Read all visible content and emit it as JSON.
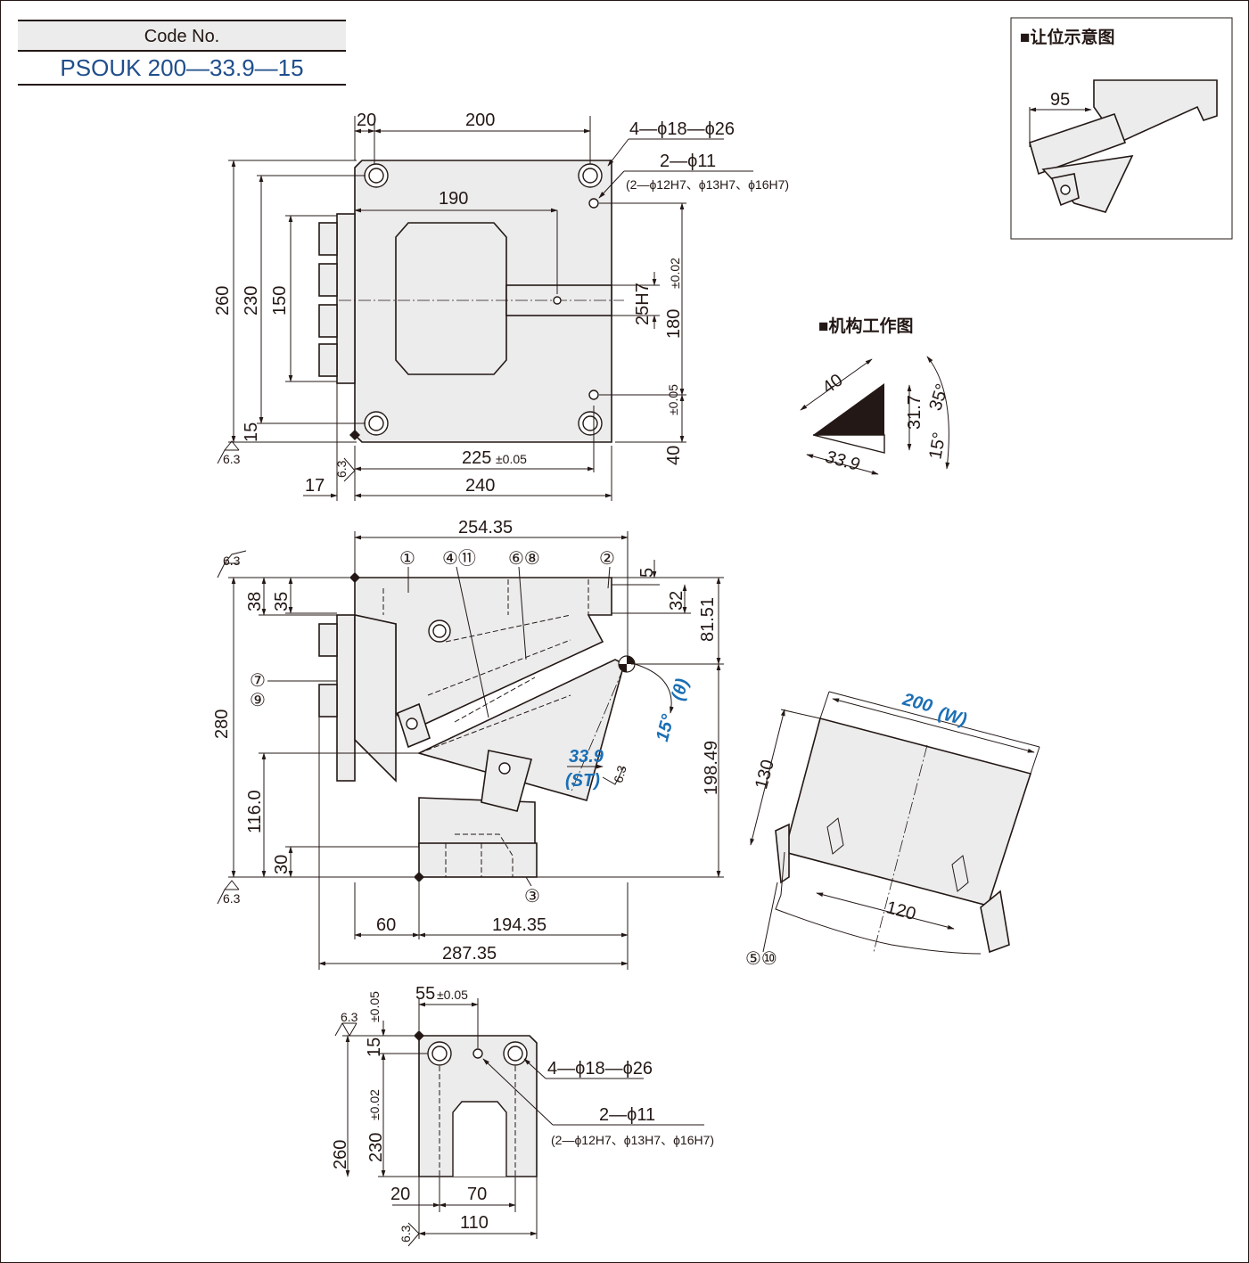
{
  "header": {
    "code_label": "Code No.",
    "code_value": "PSOUK 200—33.9—15"
  },
  "insets": {
    "clearance_title": "■让位示意图",
    "clearance_dim": "95",
    "mechanism_title": "■机构工作图",
    "mechanism_dims": {
      "hyp": "40",
      "base": "33.9",
      "rise": "31.7",
      "angle_total": "35°",
      "angle_base": "15°"
    }
  },
  "top_view": {
    "dims": {
      "w20": "20",
      "w200": "200",
      "w190": "190",
      "w225": "225",
      "w225_tol": "±0.05",
      "w240": "240",
      "w17": "17",
      "h260": "260",
      "h230": "230",
      "h150": "150",
      "h15": "15",
      "h25": "25H7",
      "h180": "180",
      "h180_tol": "±0.02",
      "h40": "40",
      "h40_tol": "±0.05"
    },
    "callouts": {
      "holes_a": "4—ϕ18—ϕ26",
      "holes_b": "2—ϕ11",
      "holes_b_note": "(2—ϕ12H7、ϕ13H7、ϕ16H7)"
    },
    "roughness": "6.3"
  },
  "side_view": {
    "dims": {
      "w254": "254.35",
      "w60": "60",
      "w194": "194.35",
      "w287": "287.35",
      "h5": "5",
      "h32": "32",
      "h81": "81.51",
      "h198": "198.49",
      "h38": "38",
      "h35": "35",
      "h280": "280",
      "h116": "116.0",
      "h30": "30",
      "angle": "15°",
      "angle_sym": "(θ)",
      "stroke": "33.9",
      "stroke_sym": "(ST)"
    },
    "balloons": [
      "①",
      "④⑪",
      "⑥⑧",
      "②",
      "⑦",
      "⑨",
      "③"
    ],
    "roughness": "6.3"
  },
  "iso_view": {
    "width_label": "200",
    "width_sym": "(W)",
    "dims": {
      "d130": "130",
      "d120": "120"
    },
    "balloon": "⑤⑩"
  },
  "front_view": {
    "dims": {
      "w55": "55",
      "w55_tol": "±0.05",
      "h15": "15",
      "h15_tol": "±0.05",
      "h230": "230",
      "h230_tol": "±0.02",
      "h260": "260",
      "w20": "20",
      "w70": "70",
      "w110": "110"
    },
    "callouts": {
      "holes_a": "4—ϕ18—ϕ26",
      "holes_b": "2—ϕ11",
      "holes_b_note": "(2—ϕ12H7、ϕ13H7、ϕ16H7)"
    },
    "roughness": "6.3"
  }
}
